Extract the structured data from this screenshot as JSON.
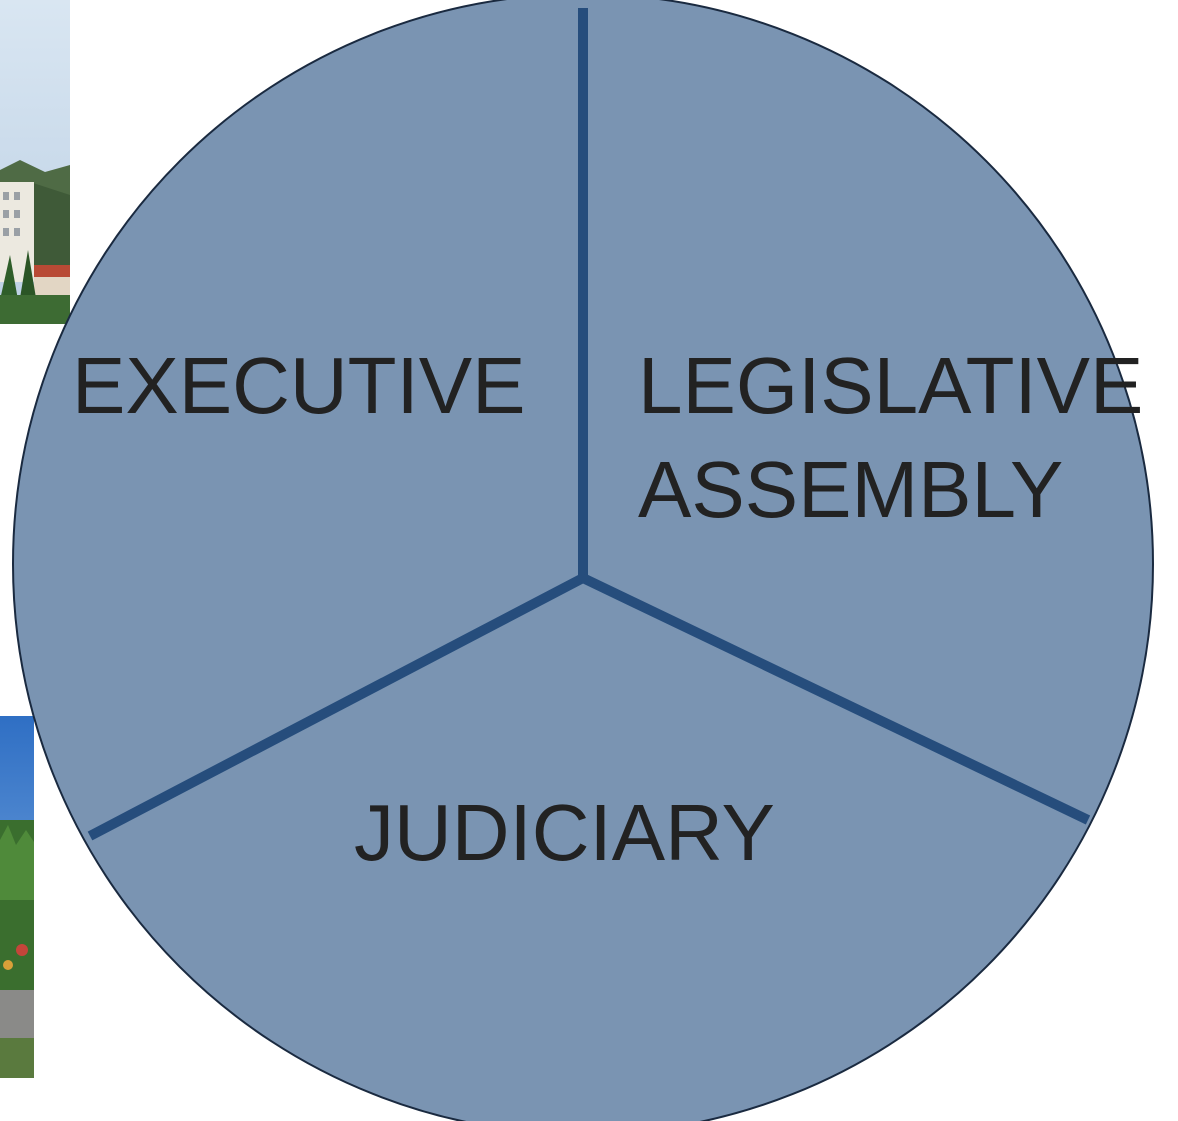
{
  "diagram": {
    "sectors": [
      {
        "lines": [
          "EXECUTIVE"
        ]
      },
      {
        "lines": [
          "LEGISLATIVE",
          "ASSEMBLY"
        ]
      },
      {
        "lines": [
          "JUDICIARY"
        ]
      }
    ]
  },
  "photos": [
    {
      "subject": "building-with-mountains-photo"
    },
    {
      "subject": "palm-trees-street-photo"
    }
  ],
  "colors": {
    "circle_fill": "#7a94b2",
    "circle_stroke": "#1a2a40",
    "divider": "#264d7c",
    "label_text": "#222222",
    "sky": "#cfe0f0",
    "mountain": "#4f6b45",
    "building": "#e9e6dc",
    "roof": "#b84a35",
    "palm": "#2f5e2a",
    "road": "#8a8a88"
  }
}
